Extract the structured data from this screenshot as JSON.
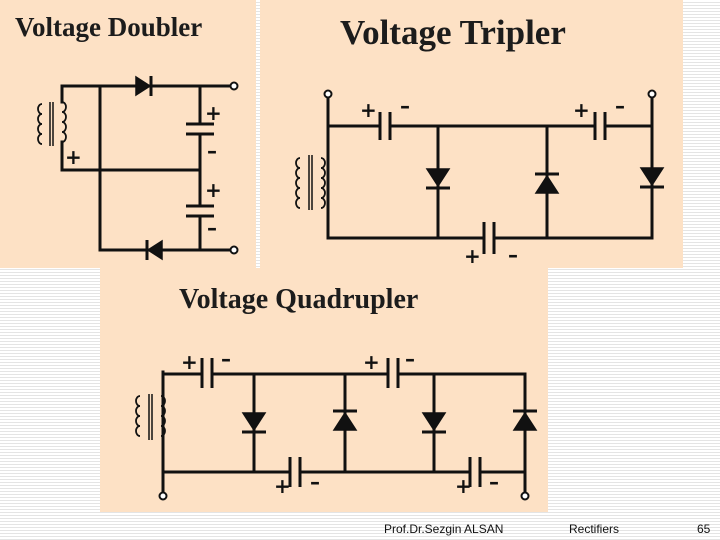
{
  "panels": {
    "doubler": {
      "title": "Voltage Doubler"
    },
    "tripler": {
      "title": "Voltage Tripler"
    },
    "quadrupler": {
      "title": "Voltage Quadrupler"
    }
  },
  "symbols": {
    "plus": "+",
    "minus": "–"
  },
  "footer": {
    "author": "Prof.Dr.Sezgin ALSAN",
    "topic": "Rectifiers",
    "page": "65"
  }
}
